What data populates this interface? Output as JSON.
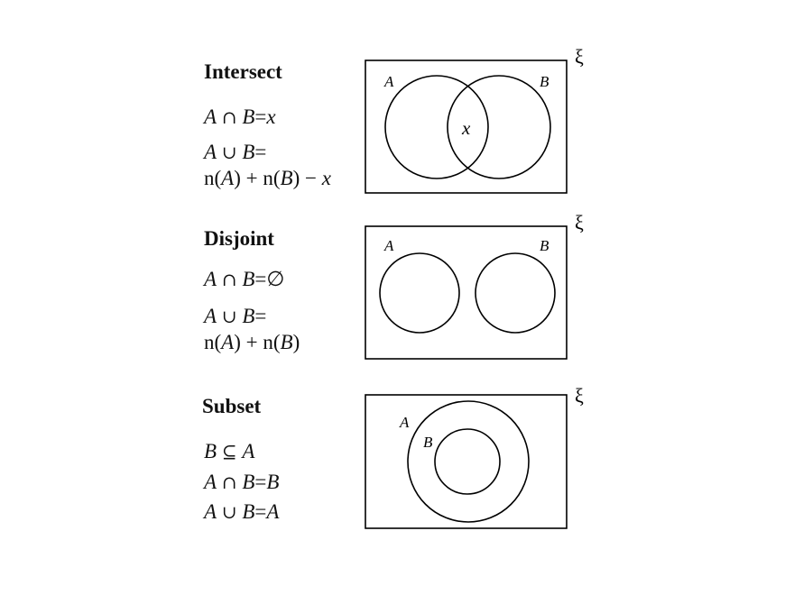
{
  "universal_symbol": "ξ",
  "sections": [
    {
      "heading": "Intersect",
      "formulas": [
        [
          "A",
          "∩",
          "B",
          "=",
          "x"
        ],
        [
          "A",
          "∪",
          "B",
          "="
        ],
        [
          "n(",
          "A",
          ") + n(",
          "B",
          ") − ",
          "x"
        ]
      ],
      "set_a_label": "A",
      "set_b_label": "B",
      "region_label": "x"
    },
    {
      "heading": "Disjoint",
      "formulas": [
        [
          "A",
          "∩",
          "B",
          "=",
          "∅"
        ],
        [
          "A",
          "∪",
          "B",
          "="
        ],
        [
          "n(",
          "A",
          ") + n(",
          "B",
          ")"
        ]
      ],
      "set_a_label": "A",
      "set_b_label": "B"
    },
    {
      "heading": "Subset",
      "formulas": [
        [
          "B",
          "⊆",
          "A"
        ],
        [
          "A",
          "∩",
          "B",
          "=",
          "B"
        ],
        [
          "A",
          "∪",
          "B",
          "=",
          "A"
        ]
      ],
      "set_a_label": "A",
      "set_b_label": "B"
    }
  ]
}
